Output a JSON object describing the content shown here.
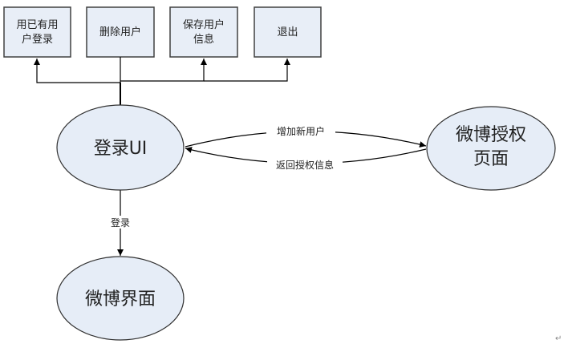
{
  "diagram": {
    "type": "flowchart",
    "colors": {
      "box_fill": "#e8eef7",
      "box_stroke": "#404040",
      "ellipse_fill": "#e6edf7",
      "ellipse_stroke": "#303030",
      "line": "#000000"
    },
    "action_boxes": [
      {
        "id": "existing-user-login",
        "lines": [
          "用已有用",
          "户登录"
        ]
      },
      {
        "id": "delete-user",
        "lines": [
          "删除用户"
        ]
      },
      {
        "id": "save-user-info",
        "lines": [
          "保存用户",
          "信息"
        ]
      },
      {
        "id": "exit",
        "lines": [
          "退出"
        ]
      }
    ],
    "nodes": {
      "login_ui": {
        "lines": [
          "登录UI"
        ]
      },
      "auth_page": {
        "lines": [
          "微博授权",
          "页面"
        ]
      },
      "weibo_ui": {
        "lines": [
          "微博界面"
        ]
      }
    },
    "edges": [
      {
        "from": "login_ui",
        "to": "auth_page",
        "label": "增加新用户"
      },
      {
        "from": "auth_page",
        "to": "login_ui",
        "label": "返回授权信息"
      },
      {
        "from": "login_ui",
        "to": "weibo_ui",
        "label": "登录"
      },
      {
        "from": "login_ui",
        "to": "existing-user-login",
        "label": ""
      },
      {
        "from": "login_ui",
        "to": "delete-user",
        "label": ""
      },
      {
        "from": "login_ui",
        "to": "save-user-info",
        "label": ""
      },
      {
        "from": "login_ui",
        "to": "exit",
        "label": ""
      }
    ],
    "paragraph_mark": "↵"
  }
}
